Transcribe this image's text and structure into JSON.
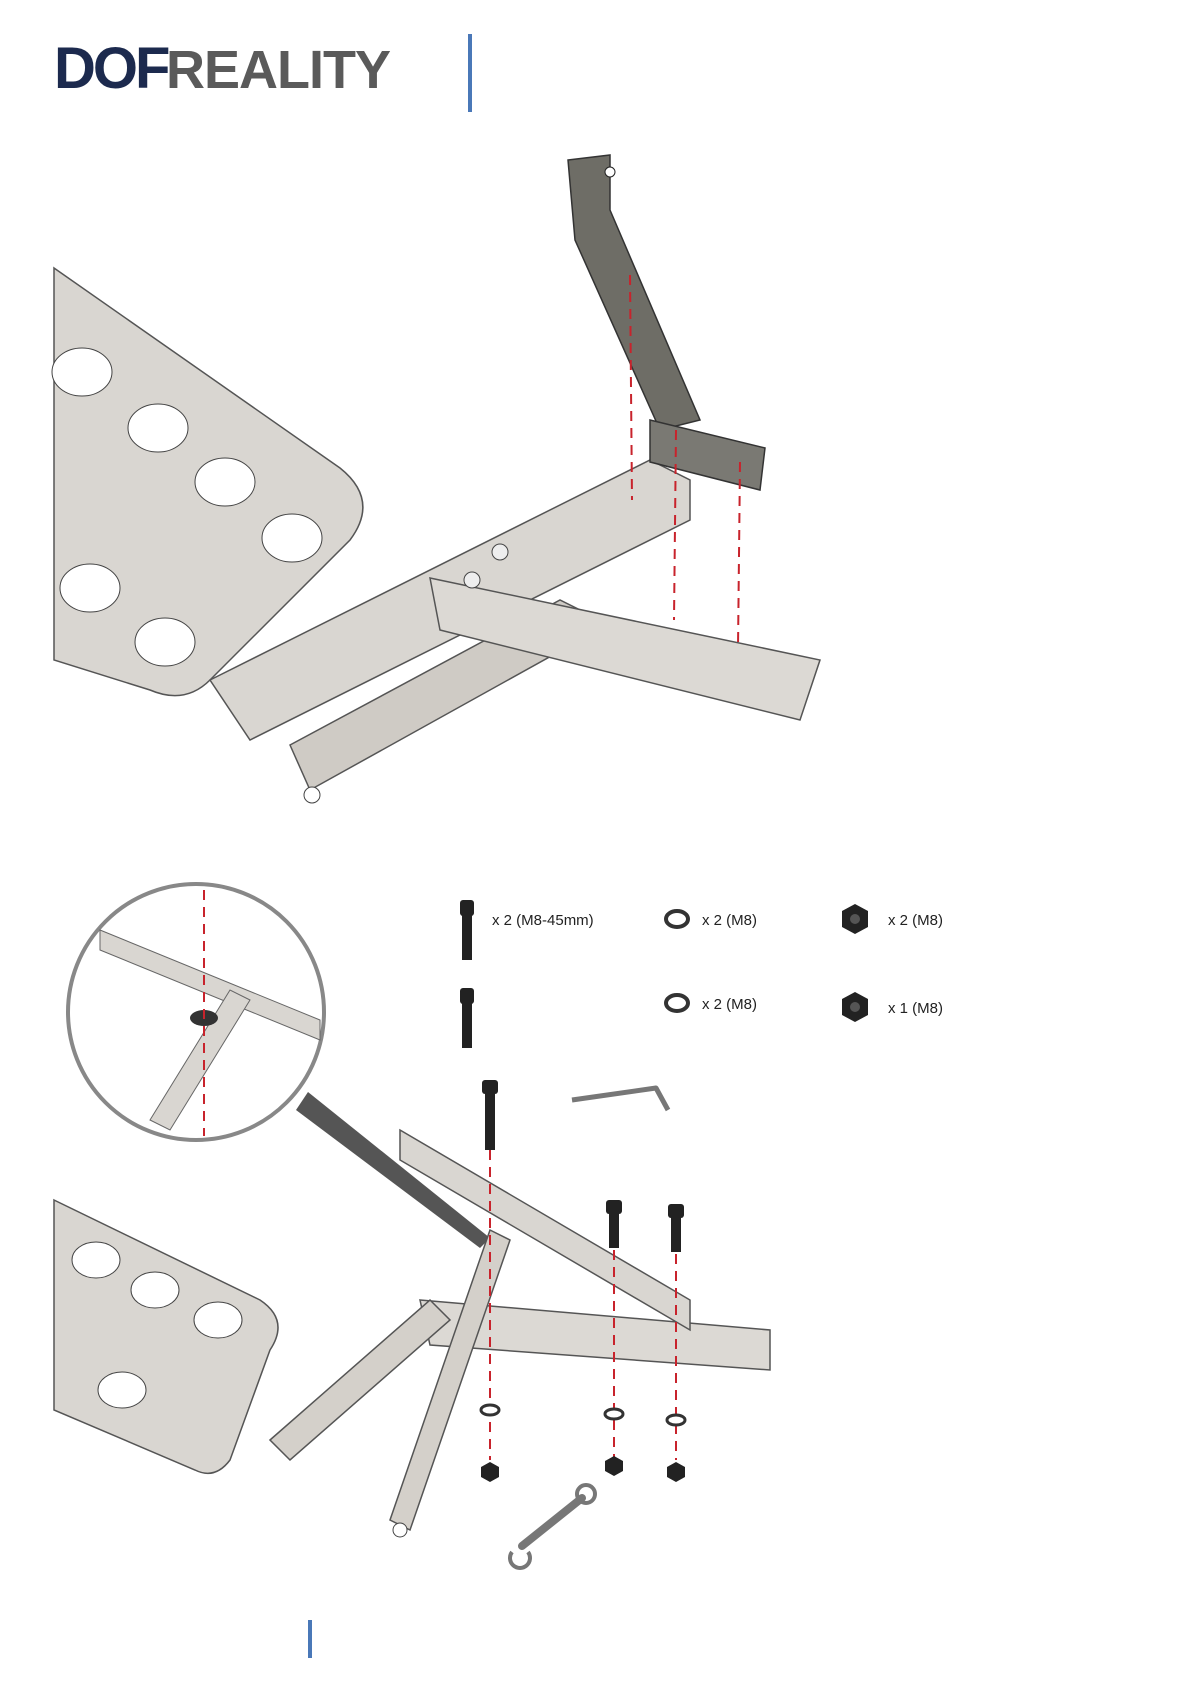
{
  "brand": {
    "logo_text_part1": "DOF",
    "logo_text_part2": "REALITY",
    "colors": {
      "dof": "#1c2a4e",
      "reality": "#5a5a5a",
      "accent_bar": "#4a78b8",
      "guide_line": "#c8232c"
    }
  },
  "parts_list": [
    {
      "icon": "bolt-icon",
      "label": "x 2 (M8-45mm)"
    },
    {
      "icon": "washer-icon",
      "label": "x 2 (M8)"
    },
    {
      "icon": "nut-icon",
      "label": "x 2 (M8)"
    },
    {
      "icon": "bolt-icon",
      "label": ""
    },
    {
      "icon": "washer-icon",
      "label": "x 2 (M8)"
    },
    {
      "icon": "nut-icon",
      "label": "x 1 (M8)"
    }
  ],
  "tools": [
    {
      "icon": "hex-key-icon"
    },
    {
      "icon": "wrench-icon"
    }
  ]
}
